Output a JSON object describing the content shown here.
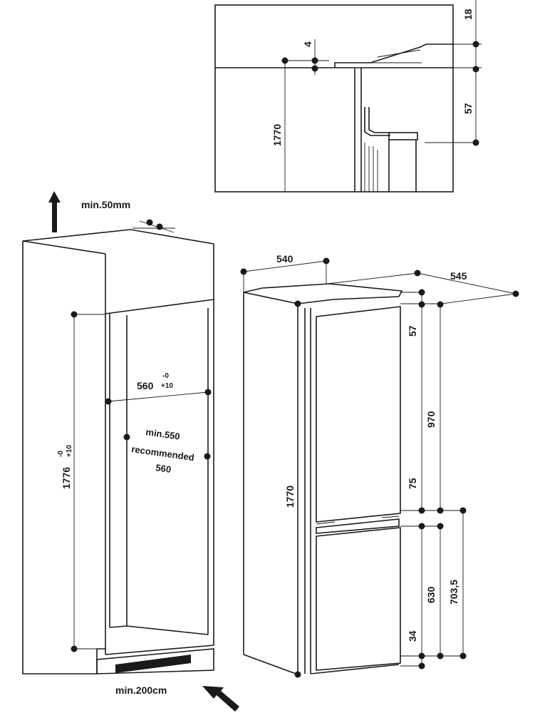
{
  "detail": {
    "d18": "18",
    "d4": "4",
    "d57": "57",
    "d1770": "1770"
  },
  "niche": {
    "top_gap": "min.50mm",
    "width_main": "560",
    "width_tol_top": "-0",
    "width_tol_bottom": "+10",
    "depth_min": "min.550",
    "depth_recommended_label": "recommended",
    "depth_recommended_value": "560",
    "height_main": "1776",
    "height_tol_top": "-0",
    "height_tol_bottom": "+10",
    "bottom_vent": "min.200cm"
  },
  "appliance": {
    "width": "540",
    "depth": "545",
    "top_gap": "57",
    "upper_door": "970",
    "middle_gap": "75",
    "total_height": "1770",
    "lower_door": "630",
    "lower_total": "703,5",
    "bottom_gap": "34"
  }
}
